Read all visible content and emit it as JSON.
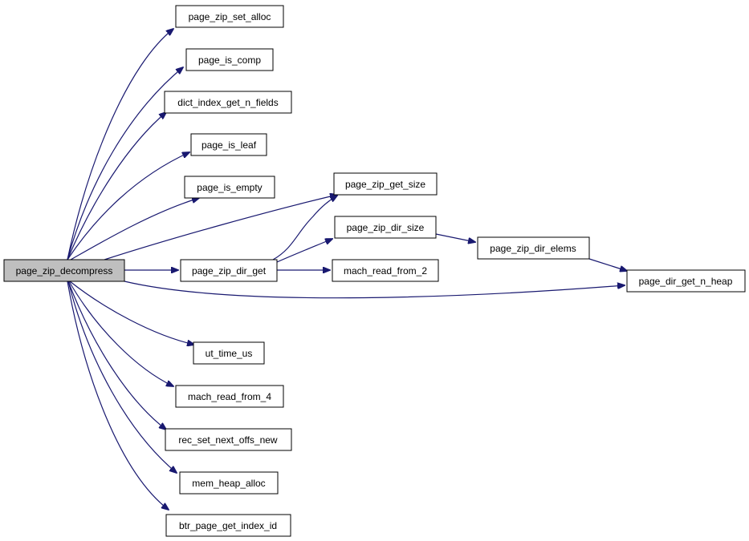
{
  "colors": {
    "edge": "#191970",
    "root_fill": "#bfbfbf",
    "node_fill": "#ffffff",
    "border": "#000000"
  },
  "nodes": {
    "root": "page_zip_decompress",
    "set_alloc": "page_zip_set_alloc",
    "is_comp": "page_is_comp",
    "n_fields": "dict_index_get_n_fields",
    "is_leaf": "page_is_leaf",
    "is_empty": "page_is_empty",
    "get_size": "page_zip_get_size",
    "dir_size": "page_zip_dir_size",
    "dir_elems": "page_zip_dir_elems",
    "dir_get": "page_zip_dir_get",
    "read2": "mach_read_from_2",
    "n_heap": "page_dir_get_n_heap",
    "time_us": "ut_time_us",
    "read4": "mach_read_from_4",
    "next_offs": "rec_set_next_offs_new",
    "heap_alloc": "mem_heap_alloc",
    "index_id": "btr_page_get_index_id"
  },
  "edges": [
    [
      "root",
      "set_alloc"
    ],
    [
      "root",
      "is_comp"
    ],
    [
      "root",
      "n_fields"
    ],
    [
      "root",
      "is_leaf"
    ],
    [
      "root",
      "is_empty"
    ],
    [
      "root",
      "get_size"
    ],
    [
      "root",
      "dir_get"
    ],
    [
      "root",
      "n_heap"
    ],
    [
      "root",
      "time_us"
    ],
    [
      "root",
      "read4"
    ],
    [
      "root",
      "next_offs"
    ],
    [
      "root",
      "heap_alloc"
    ],
    [
      "root",
      "index_id"
    ],
    [
      "dir_get",
      "get_size"
    ],
    [
      "dir_get",
      "dir_size"
    ],
    [
      "dir_get",
      "read2"
    ],
    [
      "dir_size",
      "dir_elems"
    ],
    [
      "dir_elems",
      "n_heap"
    ]
  ]
}
